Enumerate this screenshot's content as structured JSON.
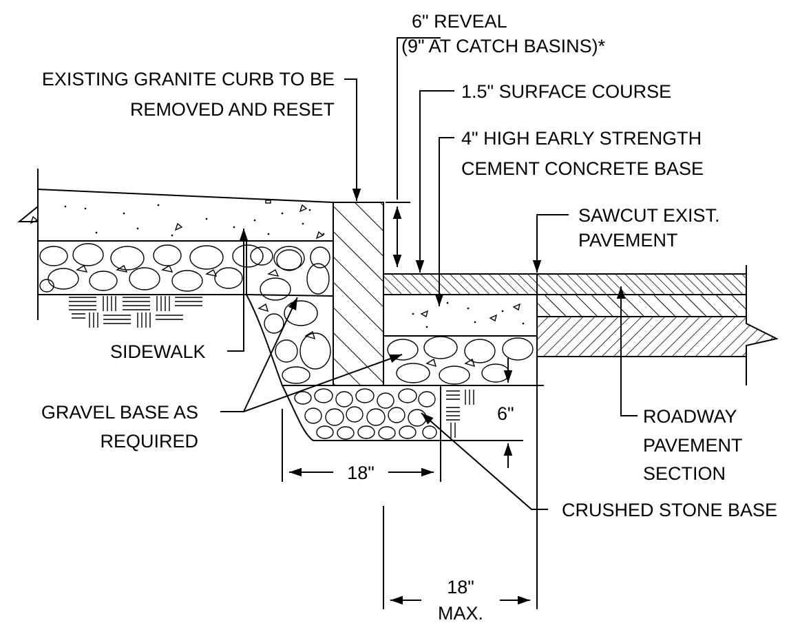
{
  "labels": {
    "reveal_line1": "6\" REVEAL",
    "reveal_line2": "(9\" AT CATCH BASINS)*",
    "curb_line1": "EXISTING GRANITE CURB TO BE",
    "curb_line2": "REMOVED AND RESET",
    "surface_course": "1.5\" SURFACE COURSE",
    "concrete_line1": "4\" HIGH EARLY STRENGTH",
    "concrete_line2": "CEMENT CONCRETE BASE",
    "sawcut_line1": "SAWCUT EXIST.",
    "sawcut_line2": "PAVEMENT",
    "sidewalk": "SIDEWALK",
    "gravel_line1": "GRAVEL BASE AS",
    "gravel_line2": "REQUIRED",
    "dim_6in": "6\"",
    "roadway_line1": "ROADWAY",
    "roadway_line2": "PAVEMENT",
    "roadway_line3": "SECTION",
    "dim_18in_left": "18\"",
    "crushed_stone": "CRUSHED STONE BASE",
    "dim_18in_bottom": "18\"",
    "dim_max": "MAX."
  }
}
